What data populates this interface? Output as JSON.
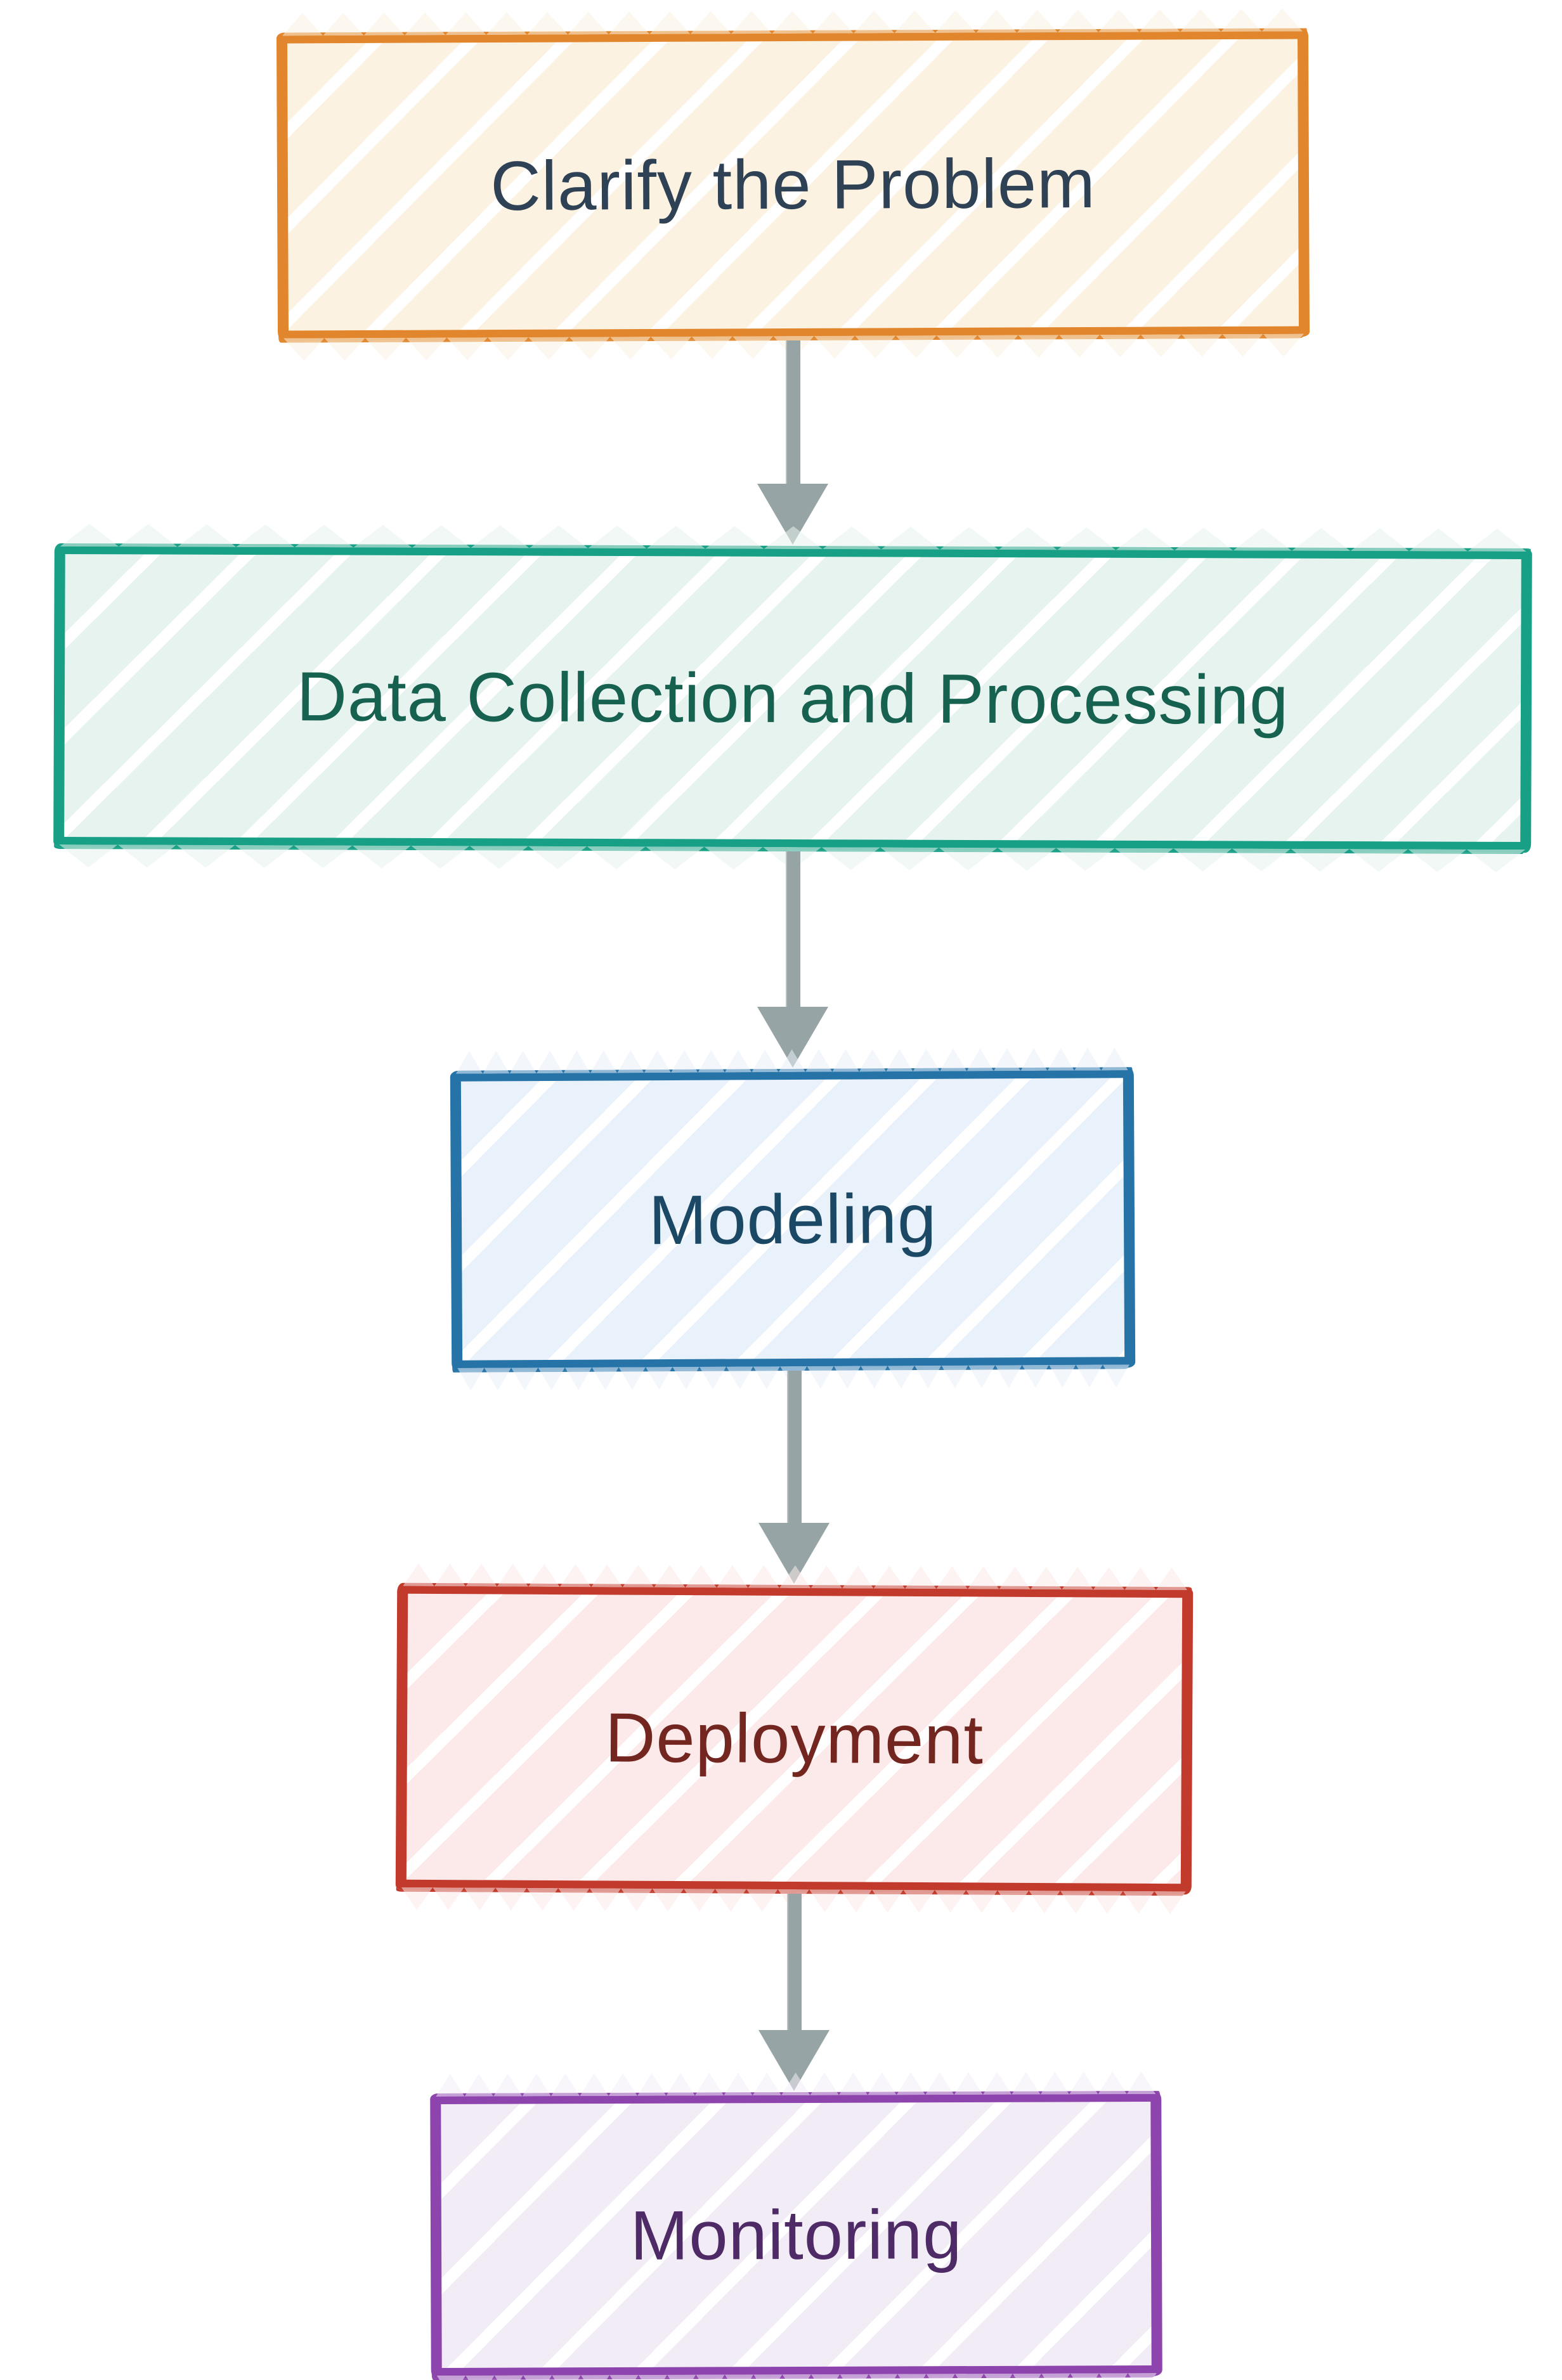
{
  "diagram": {
    "type": "flowchart",
    "direction": "top-down",
    "background_color": "#FFFFFF",
    "arrow_color": "#96A4A5",
    "nodes": [
      {
        "id": "clarify-the-problem",
        "label": "Clarify the Problem",
        "border_color": "#E1862C",
        "fill_color": "#FCF2E2",
        "text_color": "#2F4154"
      },
      {
        "id": "data-collection-and-processing",
        "label": "Data Collection and Processing",
        "border_color": "#17A086",
        "fill_color": "#E7F3EF",
        "text_color": "#176150"
      },
      {
        "id": "modeling",
        "label": "Modeling",
        "border_color": "#2673A8",
        "fill_color": "#E9F1FA",
        "text_color": "#1B4965"
      },
      {
        "id": "deployment",
        "label": "Deployment",
        "border_color": "#C23A2B",
        "fill_color": "#FBEAE9",
        "text_color": "#73261F"
      },
      {
        "id": "monitoring",
        "label": "Monitoring",
        "border_color": "#8E44AD",
        "fill_color": "#F2ECF7",
        "text_color": "#4E2A66"
      }
    ],
    "edges": [
      {
        "from": "clarify-the-problem",
        "to": "data-collection-and-processing"
      },
      {
        "from": "data-collection-and-processing",
        "to": "modeling"
      },
      {
        "from": "modeling",
        "to": "deployment"
      },
      {
        "from": "deployment",
        "to": "monitoring"
      }
    ]
  }
}
